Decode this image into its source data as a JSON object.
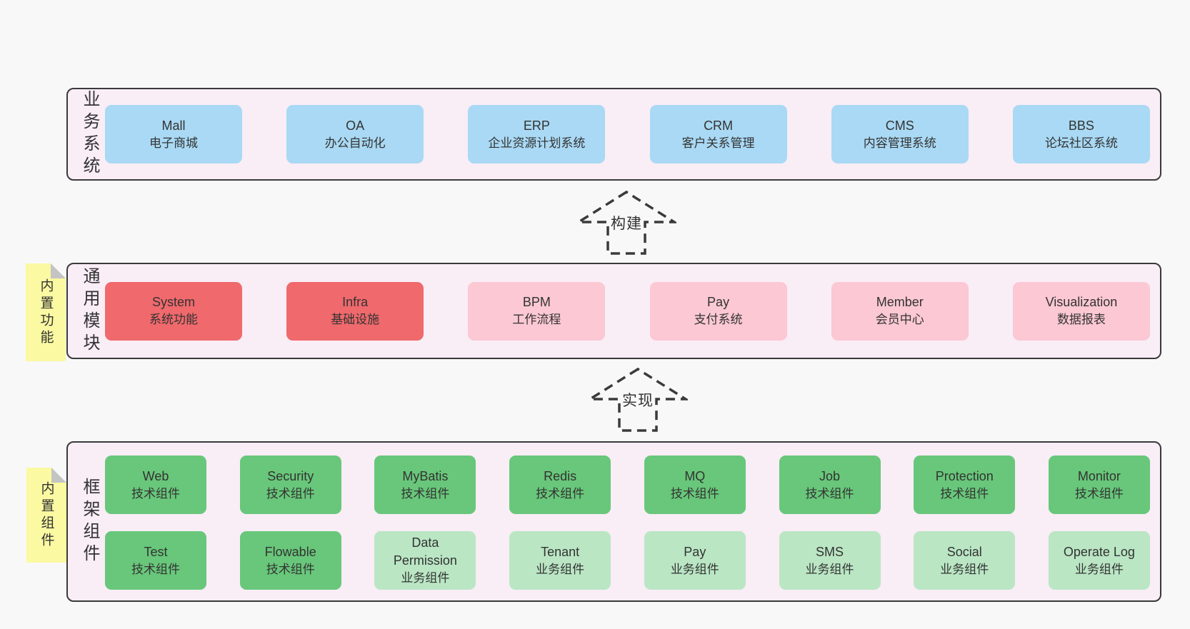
{
  "colors": {
    "page_bg": "#f8f8f8",
    "band_bg": "#f9edf6",
    "band_border": "#3a3a3a",
    "blue": "#a9d9f4",
    "red": "#f0696c",
    "pink": "#fbc8d3",
    "green": "#68c77a",
    "green_light": "#bae6c4",
    "yellow": "#fbf9a1",
    "fold": "#c4c4c4",
    "text": "#333333"
  },
  "bands": {
    "business": {
      "label": "业务系统",
      "boxes": [
        {
          "name": "Mall",
          "desc": "电子商城"
        },
        {
          "name": "OA",
          "desc": "办公自动化"
        },
        {
          "name": "ERP",
          "desc": "企业资源计划系统"
        },
        {
          "name": "CRM",
          "desc": "客户关系管理"
        },
        {
          "name": "CMS",
          "desc": "内容管理系统"
        },
        {
          "name": "BBS",
          "desc": "论坛社区系统"
        }
      ]
    },
    "modules": {
      "label": "通用模块",
      "sticky": "内置功能",
      "boxes": [
        {
          "name": "System",
          "desc": "系统功能"
        },
        {
          "name": "Infra",
          "desc": "基础设施"
        },
        {
          "name": "BPM",
          "desc": "工作流程"
        },
        {
          "name": "Pay",
          "desc": "支付系统"
        },
        {
          "name": "Member",
          "desc": "会员中心"
        },
        {
          "name": "Visualization",
          "desc": "数据报表"
        }
      ]
    },
    "components": {
      "label": "框架组件",
      "sticky": "内置组件",
      "row1": [
        {
          "name": "Web",
          "desc": "技术组件"
        },
        {
          "name": "Security",
          "desc": "技术组件"
        },
        {
          "name": "MyBatis",
          "desc": "技术组件"
        },
        {
          "name": "Redis",
          "desc": "技术组件"
        },
        {
          "name": "MQ",
          "desc": "技术组件"
        },
        {
          "name": "Job",
          "desc": "技术组件"
        },
        {
          "name": "Protection",
          "desc": "技术组件"
        },
        {
          "name": "Monitor",
          "desc": "技术组件"
        }
      ],
      "row2": [
        {
          "name": "Test",
          "desc": "技术组件"
        },
        {
          "name": "Flowable",
          "desc": "技术组件"
        },
        {
          "name": "Data Permission",
          "desc": "业务组件"
        },
        {
          "name": "Tenant",
          "desc": "业务组件"
        },
        {
          "name": "Pay",
          "desc": "业务组件"
        },
        {
          "name": "SMS",
          "desc": "业务组件"
        },
        {
          "name": "Social",
          "desc": "业务组件"
        },
        {
          "name": "Operate Log",
          "desc": "业务组件"
        }
      ]
    }
  },
  "arrows": {
    "build": "构建",
    "implement": "实现"
  }
}
